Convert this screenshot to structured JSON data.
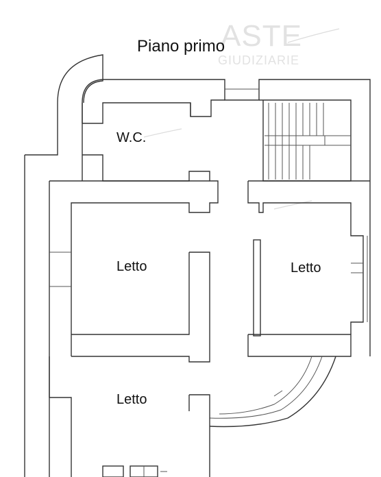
{
  "plan": {
    "title": "Piano primo",
    "rooms": {
      "wc": "W.C.",
      "bedroom_left": "Letto",
      "bedroom_right": "Letto",
      "bedroom_bottom": "Letto"
    },
    "watermark": {
      "brand": "ASTE",
      "sub": "GIUDIZIARIE"
    }
  }
}
